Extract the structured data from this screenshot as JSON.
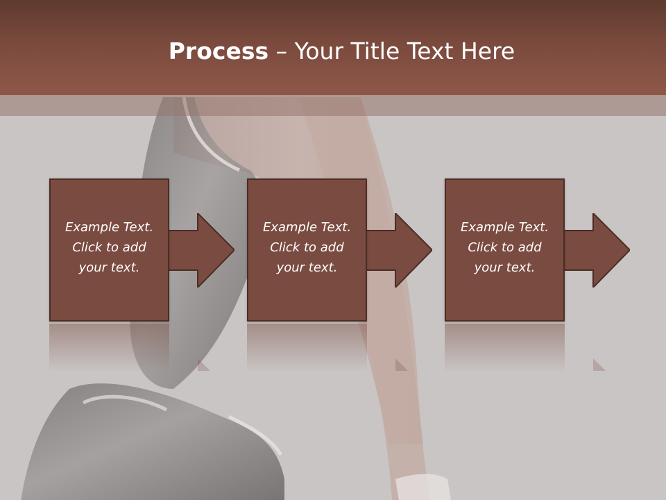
{
  "title": {
    "bold_part": "Process",
    "rest_part": " – Your Title Text Here"
  },
  "steps": [
    {
      "text": "Example Text.\nClick  to add\nyour text."
    },
    {
      "text": "Example Text.\nClick  to add\nyour text."
    },
    {
      "text": "Example Text.\nClick  to add\nyour text."
    }
  ],
  "colors": {
    "title_bar": "#7a4a3d",
    "box_fill": "#7a4b40",
    "box_border": "#4a2d25",
    "background": "#c9c5c4"
  }
}
